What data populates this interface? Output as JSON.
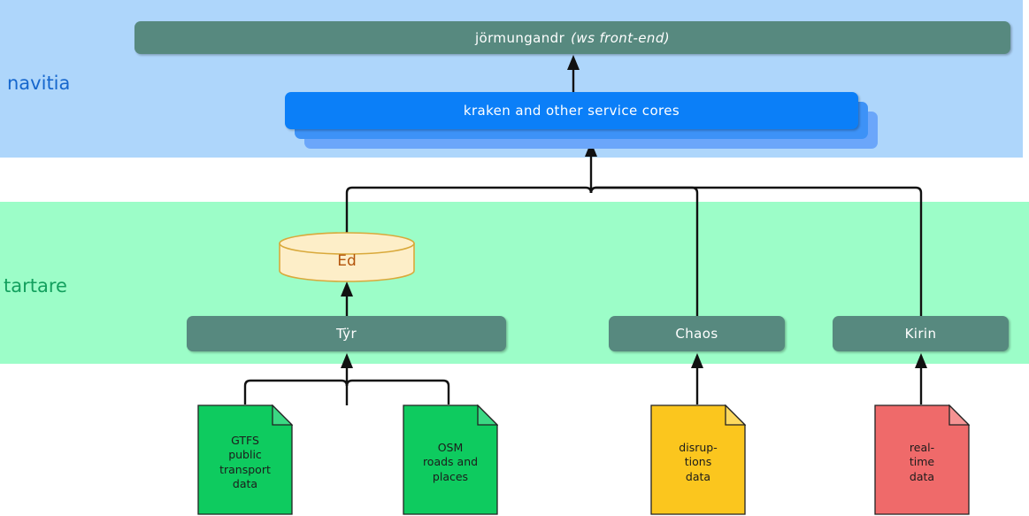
{
  "diagram": {
    "layers": [
      {
        "id": "navitia",
        "label": "navitia",
        "color": "#aed6fb",
        "text_color": "#1667cd"
      },
      {
        "id": "tartare",
        "label": "tartare",
        "color": "#9cfdc8",
        "text_color": "#13a05e"
      }
    ],
    "nodes": {
      "jormungandr": {
        "name": "jörmungandr",
        "qualifier": "(ws front-end)",
        "shape": "process",
        "color": "#57897f"
      },
      "kraken": {
        "label": "kraken and other service cores",
        "shape": "stacked-process",
        "color": "#0b7ff8",
        "stack_mid_color": "#3d92f7",
        "stack_back_color": "#6ba6fa"
      },
      "ed": {
        "label": "Ed",
        "shape": "database",
        "fill": "#fdeec8",
        "stroke": "#d9a93b",
        "text_color": "#b3540b"
      },
      "tyr": {
        "label": "Tÿr",
        "shape": "process",
        "color": "#57897f"
      },
      "chaos": {
        "label": "Chaos",
        "shape": "process",
        "color": "#57897f"
      },
      "kirin": {
        "label": "Kirin",
        "shape": "process",
        "color": "#57897f"
      }
    },
    "documents": [
      {
        "id": "gtfs",
        "lines": [
          "GTFS",
          "public",
          "transport",
          "data"
        ],
        "fill": "#0ecb5f"
      },
      {
        "id": "osm",
        "lines": [
          "OSM",
          "roads and",
          "places"
        ],
        "fill": "#0ecb5f"
      },
      {
        "id": "disruptions",
        "lines": [
          "disrup-",
          "tions",
          "data"
        ],
        "fill": "#fbc61e"
      },
      {
        "id": "realtime",
        "lines": [
          "real-",
          "time",
          "data"
        ],
        "fill": "#ef6a6a"
      }
    ]
  }
}
